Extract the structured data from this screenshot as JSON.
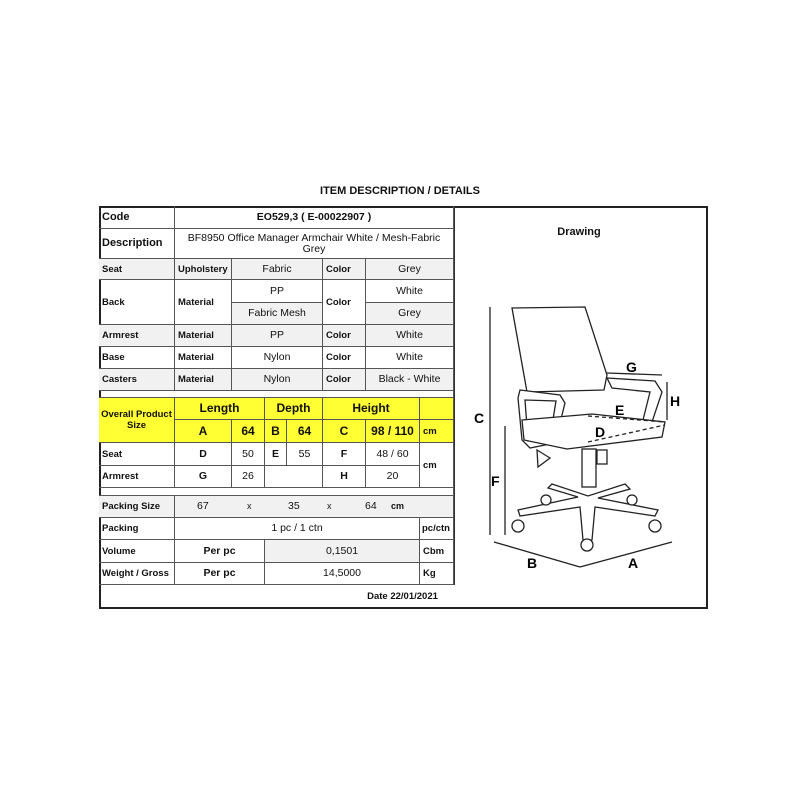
{
  "title": "ITEM DESCRIPTION / DETAILS",
  "code": {
    "label": "Code",
    "value": "EO529,3  ( E-00022907 )"
  },
  "description": {
    "label": "Description",
    "value": "BF8950 Office Manager Armchair White / Mesh-Fabric Grey"
  },
  "drawing_label": "Drawing",
  "parts": [
    {
      "part": "Seat",
      "attr": "Upholstery",
      "material": "Fabric",
      "color_label": "Color",
      "color": "Grey"
    },
    {
      "part": "Back",
      "attr": "Material",
      "material": "PP",
      "material2": "Fabric Mesh",
      "color_label": "Color",
      "color": "White",
      "color2": "Grey"
    },
    {
      "part": "Armrest",
      "attr": "Material",
      "material": "PP",
      "color_label": "Color",
      "color": "White"
    },
    {
      "part": "Base",
      "attr": "Material",
      "material": "Nylon",
      "color_label": "Color",
      "color": "White"
    },
    {
      "part": "Casters",
      "attr": "Material",
      "material": "Nylon",
      "color_label": "Color",
      "color": "Black - White"
    }
  ],
  "dimensions": {
    "label": "Overall Product Size",
    "length": "Length",
    "depth": "Depth",
    "height": "Height",
    "A": "A",
    "A_val": "64",
    "B": "B",
    "B_val": "64",
    "C": "C",
    "C_val": "98 / 110",
    "unit": "cm",
    "seat": {
      "label": "Seat",
      "D": "D",
      "D_val": "50",
      "E": "E",
      "E_val": "55",
      "F": "F",
      "F_val": "48 / 60"
    },
    "armrest": {
      "label": "Armrest",
      "G": "G",
      "G_val": "26",
      "H": "H",
      "H_val": "20"
    },
    "unit2": "cm"
  },
  "packing_size": {
    "label": "Packing Size",
    "l": "67",
    "x1": "x",
    "w": "35",
    "x2": "x",
    "h": "64",
    "unit": "cm"
  },
  "packing": {
    "label": "Packing",
    "value": "1 pc / 1 ctn",
    "unit": "pc/ctn"
  },
  "volume": {
    "label": "Volume",
    "per": "Per pc",
    "value": "0,1501",
    "unit": "Cbm"
  },
  "weight": {
    "label": "Weight / Gross",
    "per": "Per pc",
    "value": "14,5000",
    "unit": "Kg"
  },
  "date": "Date 22/01/2021",
  "drawing_letters": {
    "A": "A",
    "B": "B",
    "C": "C",
    "D": "D",
    "E": "E",
    "F": "F",
    "G": "G",
    "H": "H"
  }
}
